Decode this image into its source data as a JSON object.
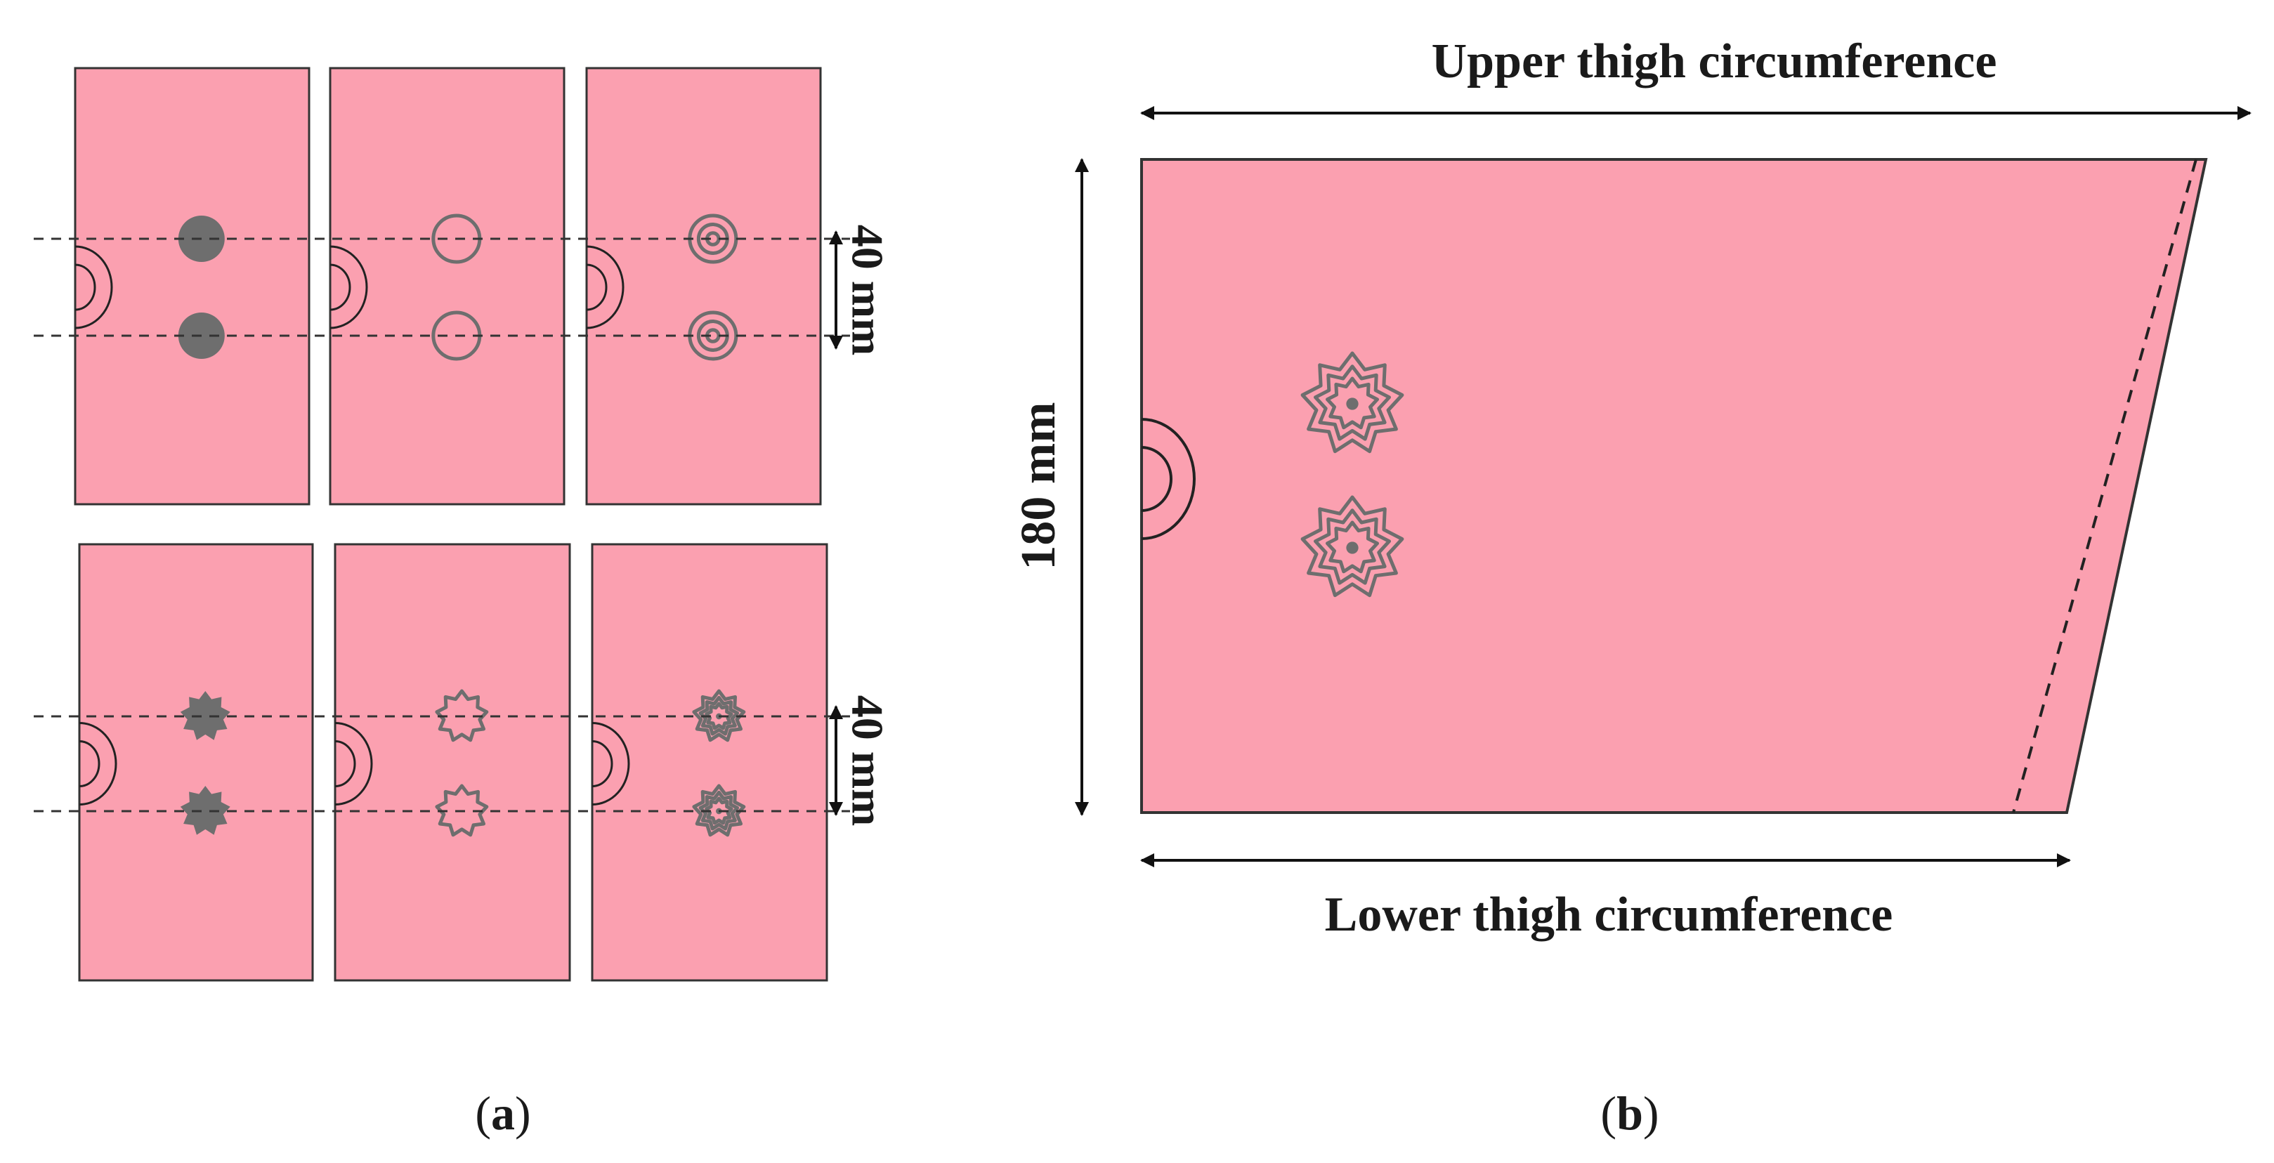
{
  "colors": {
    "fabric": "#fba0b0",
    "marker": "#6e6e6e",
    "outline": "#333333",
    "text": "#1a1a1a"
  },
  "panel_a": {
    "caption_open": "(",
    "caption_letter": "a",
    "caption_close": ")",
    "dimension_top": "40 mm",
    "dimension_bottom": "40 mm",
    "rows": [
      {
        "shape": "circle",
        "variants": [
          "filled",
          "outline",
          "concentric"
        ]
      },
      {
        "shape": "star",
        "variants": [
          "filled",
          "outline",
          "concentric"
        ]
      }
    ]
  },
  "panel_b": {
    "caption_open": "(",
    "caption_letter": "b",
    "caption_close": ")",
    "top_label": "Upper thigh circumference",
    "bottom_label": "Lower thigh circumference",
    "side_label": "180 mm",
    "marker_shape": "star",
    "marker_variant": "concentric"
  }
}
